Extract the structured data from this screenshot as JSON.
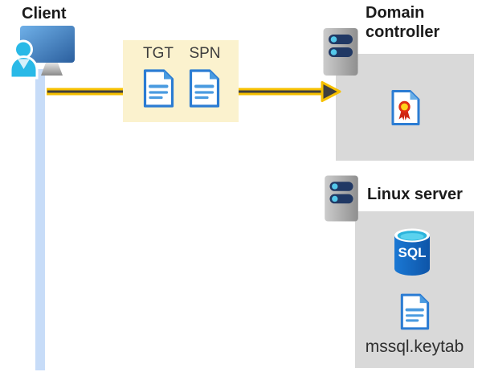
{
  "client": {
    "label": "Client"
  },
  "ticket_box": {
    "tgt_label": "TGT",
    "spn_label": "SPN"
  },
  "domain_controller": {
    "label": "Domain controller"
  },
  "linux_server": {
    "label": "Linux server",
    "sql_icon_label": "SQL",
    "keytab_label": "mssql.keytab"
  },
  "arrow": {
    "from": "client",
    "to": "domain-controller"
  },
  "icons": {
    "client": "person-at-monitor-icon",
    "ticket_box": [
      "document-icon",
      "document-icon"
    ],
    "domain_controller": [
      "server-icon",
      "certificate-icon"
    ],
    "linux_server": [
      "server-icon",
      "sql-database-icon",
      "document-icon"
    ]
  },
  "colors": {
    "background": "#ffffff",
    "label_text": "#1b1b1b",
    "secondary_text": "#3d3d3d",
    "arrow_yellow": "#f6c000",
    "arrow_core": "#3f3f3f",
    "ticket_box_bg": "#fbf2ce",
    "node_box_bg": "#d9d9d9",
    "client_timeline_blue": "#c7dcf8",
    "document_blue": "#2b7cd3",
    "document_fill_blue": "#4a9be0",
    "person_cyan": "#29b9e7",
    "monitor_blue": "#3d79c0",
    "server_pill_navy": "#203864",
    "server_dot_cyan": "#55c8ea",
    "cert_ribbon_red": "#e02e16",
    "cert_seal_yellow": "#ffd21c",
    "sql_body_blue": "#1263c2",
    "sql_top_cyan": "#2cb4dc"
  }
}
